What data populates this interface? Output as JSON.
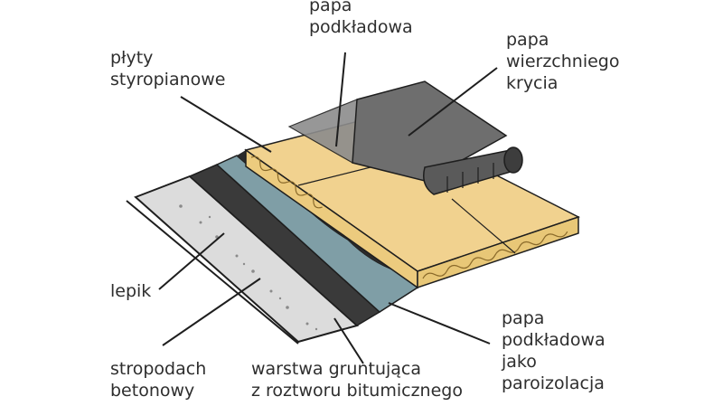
{
  "labels": {
    "papa_podkladowa": "papa podkładowa",
    "papa_wierzchniego": "papa wierzchniego krycia",
    "plyty": "płyty styropianowe",
    "lepik": "lepik",
    "stropodach": "stropodach betonowy",
    "warstwa": "warstwa gruntująca z roztworu bitumicznego",
    "paroizolacja": "papa podkładowa jako paroizolacja"
  },
  "lines": {
    "papa_podkladowa": [
      "papa",
      "podkładowa"
    ],
    "papa_wierzchniego": [
      "papa",
      "wierzchniego",
      "krycia"
    ],
    "plyty": [
      "płyty",
      "styropianowe"
    ],
    "lepik": [
      "lepik"
    ],
    "stropodach": [
      "stropodach",
      "betonowy"
    ],
    "warstwa": [
      "warstwa gruntująca",
      "z roztworu bitumicznego"
    ],
    "paroizolacja": [
      "papa",
      "podkładowa",
      "jako",
      "paroizolacja"
    ]
  },
  "colors": {
    "styrofoam_top": "#f1d28f",
    "styrofoam_edge": "#e8c777",
    "bitumen_dark": "#3a3a3a",
    "vapor_barrier": "#7f9ea6",
    "concrete": "#d9d9d9",
    "outline": "#1e1e1e"
  }
}
